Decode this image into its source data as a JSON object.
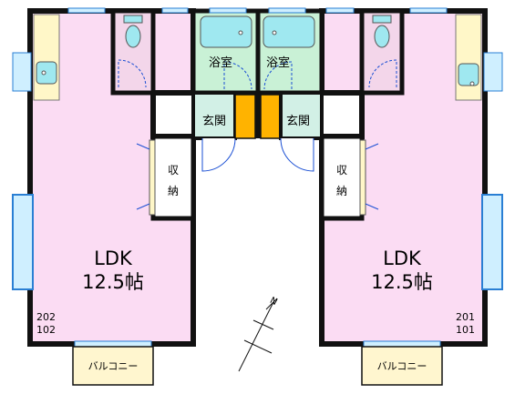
{
  "left_unit": {
    "ldk_title": "LDK",
    "ldk_size": "12.5帖",
    "bath_label": "浴室",
    "entrance_label": "玄関",
    "storage_label_1": "収",
    "storage_label_2": "納",
    "unit_upper": "202",
    "unit_lower": "102",
    "balcony_label": "バルコニー"
  },
  "right_unit": {
    "ldk_title": "LDK",
    "ldk_size": "12.5帖",
    "bath_label": "浴室",
    "entrance_label": "玄関",
    "storage_label_1": "収",
    "storage_label_2": "納",
    "unit_upper": "201",
    "unit_lower": "101",
    "balcony_label": "バルコニー"
  },
  "north_marker": "N",
  "colors": {
    "room_fill": "#fbdcf3",
    "bath_fill": "#c9f1d6",
    "entrance_fill": "#d2f0e6",
    "toilet_fill": "#f3d6ea",
    "storage_fill": "#ffffff",
    "stair_fill": "#ffb300",
    "wall": "#111111",
    "window": "#cfefff",
    "window_frame": "#2a7fd4",
    "fixture": "#9fe8f0",
    "balcony": "#fff6cf",
    "counter": "#fff7c8"
  }
}
